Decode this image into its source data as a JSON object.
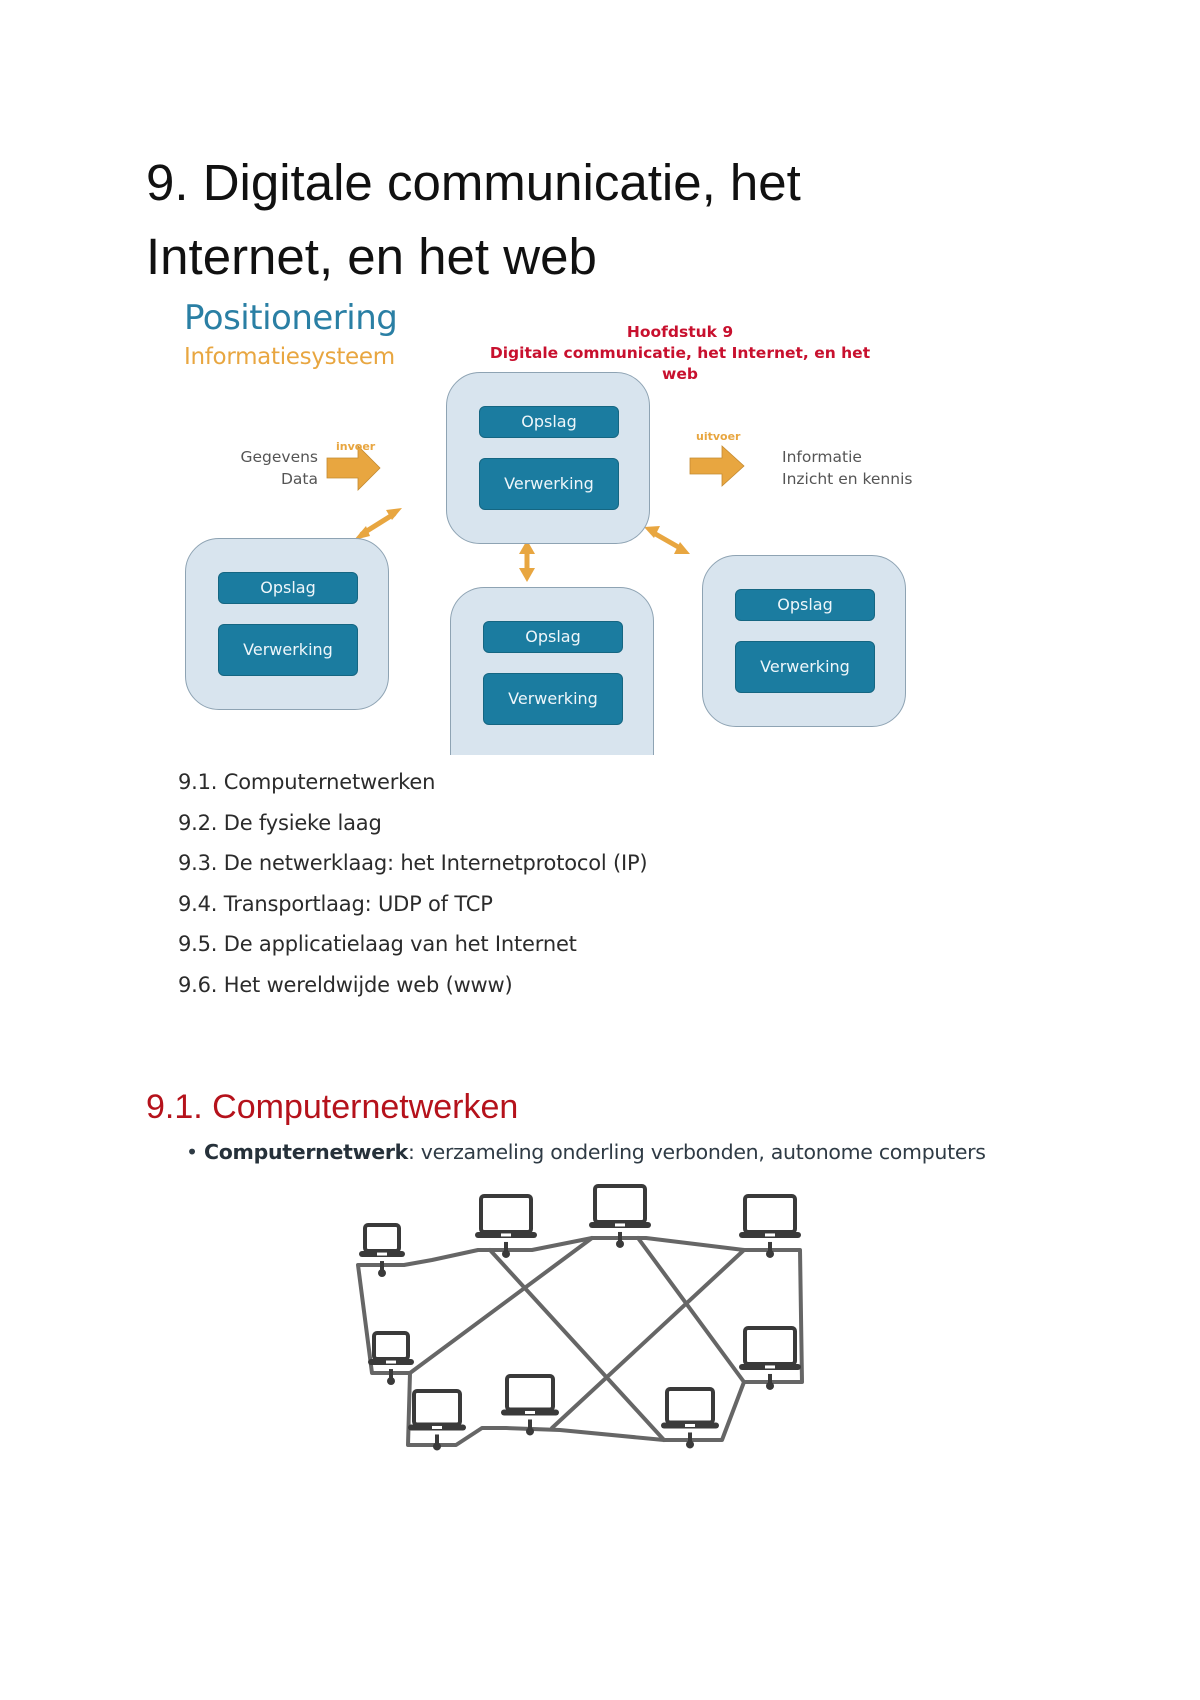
{
  "document": {
    "title": "9. Digitale communicatie, het Internet, en het web"
  },
  "positioning_slide": {
    "heading": "Positionering",
    "subheading": "Informatiesysteem",
    "chapter_label": "Hoofdstuk 9",
    "chapter_title": "Digitale communicatie, het Internet, en het web",
    "input_label": "invoer",
    "input_text_line1": "Gegevens",
    "input_text_line2": "Data",
    "output_label": "uitvoer",
    "output_text_line1": "Informatie",
    "output_text_line2": "Inzicht en kennis",
    "nodes": [
      {
        "position": "center",
        "storage": "Opslag",
        "processing": "Verwerking"
      },
      {
        "position": "left",
        "storage": "Opslag",
        "processing": "Verwerking"
      },
      {
        "position": "bottom",
        "storage": "Opslag",
        "processing": "Verwerking"
      },
      {
        "position": "right",
        "storage": "Opslag",
        "processing": "Verwerking"
      }
    ],
    "colors": {
      "heading": "#2a7fa4",
      "subheading": "#e8a640",
      "chapter": "#c8102e",
      "node_fill": "#d8e4ee",
      "box_fill": "#1b7ca0",
      "arrow": "#e8a640"
    }
  },
  "toc": [
    "9.1. Computernetwerken",
    "9.2. De fysieke laag",
    "9.3. De netwerklaag: het Internetprotocol (IP)",
    "9.4. Transportlaag: UDP of TCP",
    "9.5. De applicatielaag van het Internet",
    "9.6. Het wereldwijde web (www)"
  ],
  "section": {
    "title": "9.1. Computernetwerken",
    "bullet_term": "Computernetwerk",
    "bullet_text": ": verzameling onderling verbonden, autonome computers",
    "title_color": "#b5121b"
  },
  "network_diagram": {
    "node_count": 9,
    "node_icon": "laptop-icon",
    "line_color": "#666666",
    "icon_color": "#3a3a3a"
  }
}
